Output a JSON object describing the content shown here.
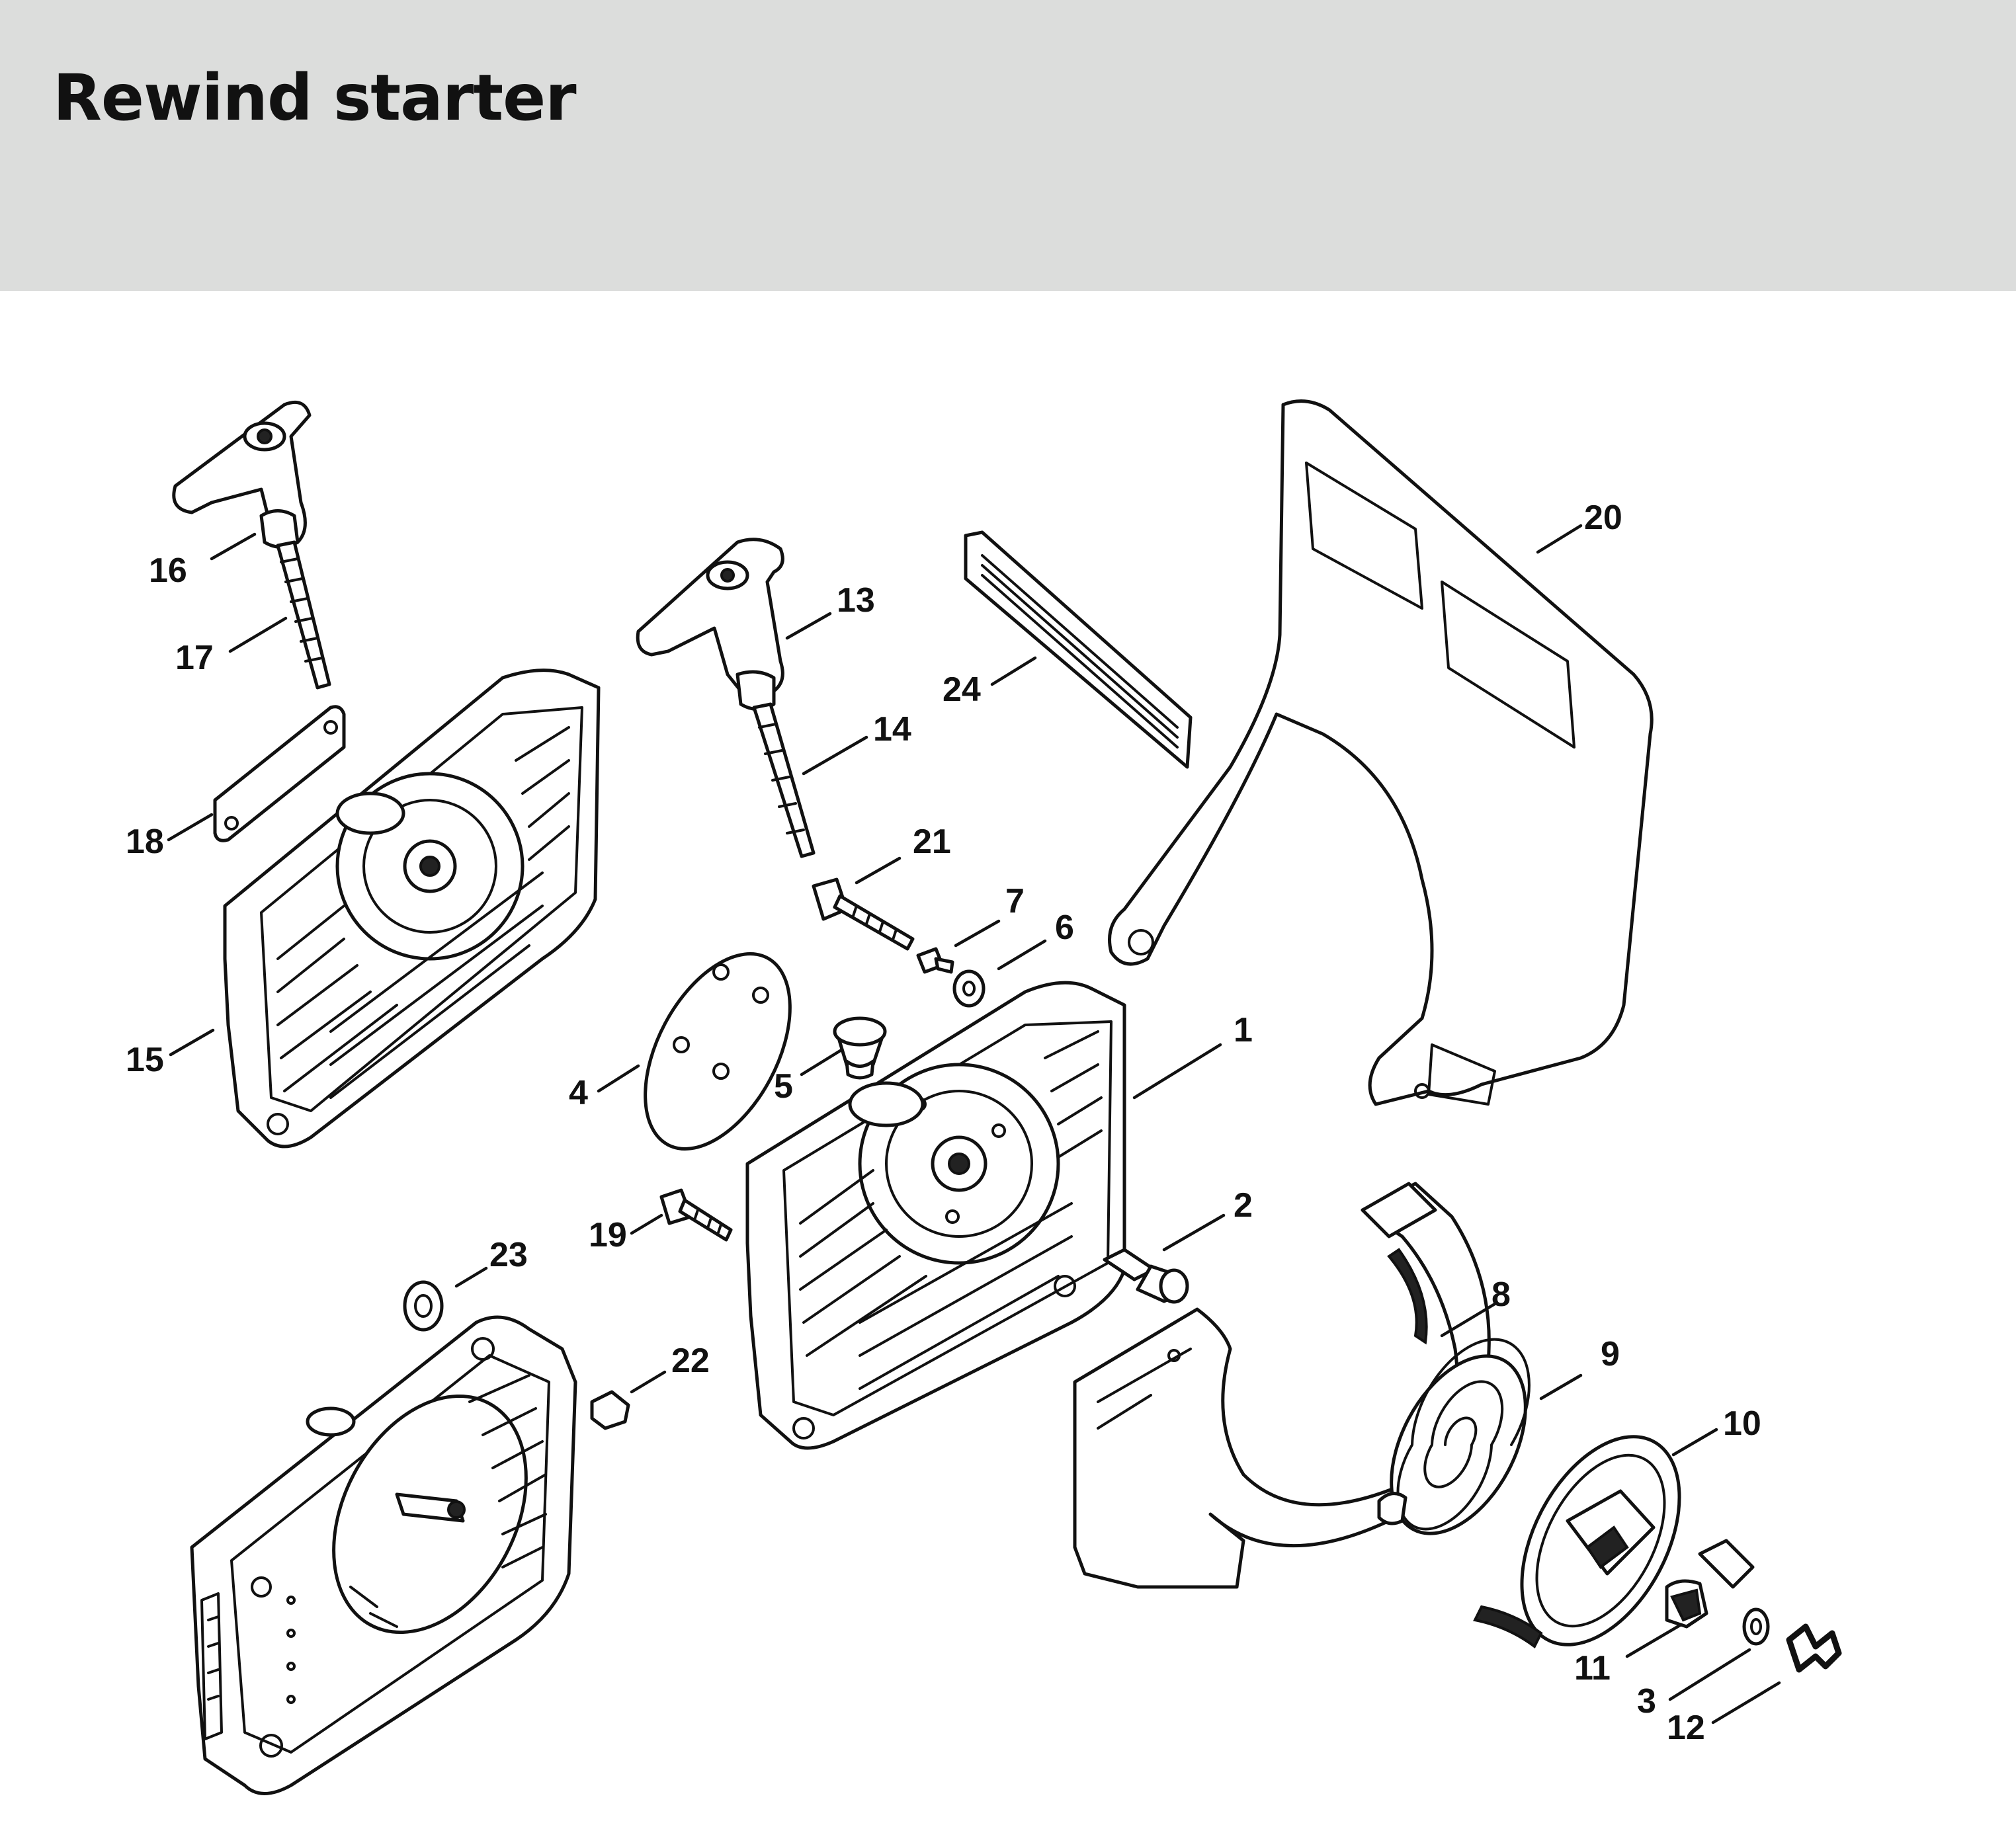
{
  "header": {
    "title": "Rewind starter",
    "background": "#dcdddc"
  },
  "callouts": {
    "c1": "1",
    "c2": "2",
    "c3": "3",
    "c4": "4",
    "c5": "5",
    "c6": "6",
    "c7": "7",
    "c8": "8",
    "c9": "9",
    "c10": "10",
    "c11": "11",
    "c12": "12",
    "c13": "13",
    "c14": "14",
    "c15": "15",
    "c16": "16",
    "c17": "17",
    "c18": "18",
    "c19": "19",
    "c20": "20",
    "c21": "21",
    "c22": "22",
    "c23": "23",
    "c24": "24"
  }
}
